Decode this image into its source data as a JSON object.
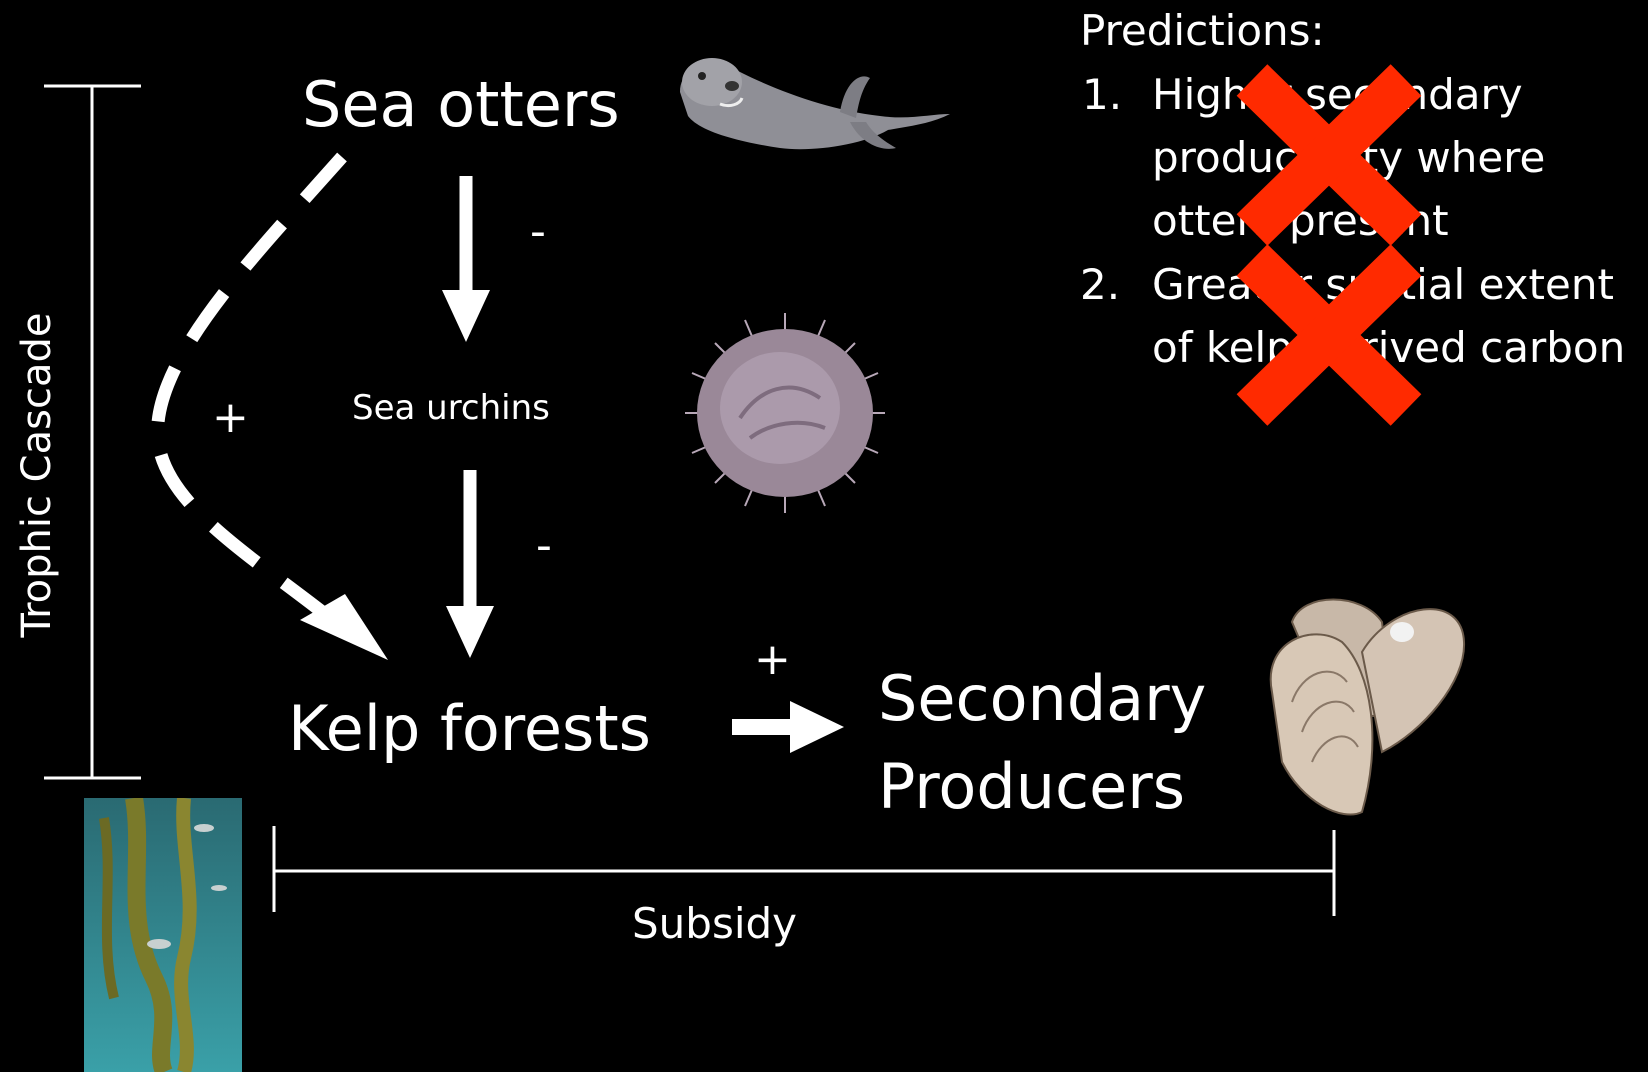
{
  "nodes": {
    "sea_otters": "Sea otters",
    "sea_urchins": "Sea urchins",
    "kelp_forests": "Kelp forests",
    "secondary_producers_line1": "Secondary",
    "secondary_producers_line2": "Producers"
  },
  "edge_labels": {
    "otters_urchins": "-",
    "urchins_kelp": "-",
    "otters_kelp_indirect": "+",
    "kelp_secondary": "+"
  },
  "brackets": {
    "trophic_cascade": "Trophic Cascade",
    "subsidy": "Subsidy"
  },
  "predictions": {
    "heading": "Predictions:",
    "items": [
      {
        "number": "1.",
        "lines": [
          "Higher secondary",
          "productivity where",
          "otters present"
        ]
      },
      {
        "number": "2.",
        "lines": [
          "Greater spatial extent",
          "of kelp-derived carbon"
        ]
      }
    ]
  },
  "icons": {
    "otter": "sea-otter-illustration",
    "urchin": "sea-urchin-illustration",
    "mussel": "mussel-illustration",
    "kelp_photo": "kelp-forest-photo",
    "cross": "red-x-mark"
  },
  "colors": {
    "background": "#000000",
    "foreground": "#ffffff",
    "cross": "#ff2a00"
  }
}
